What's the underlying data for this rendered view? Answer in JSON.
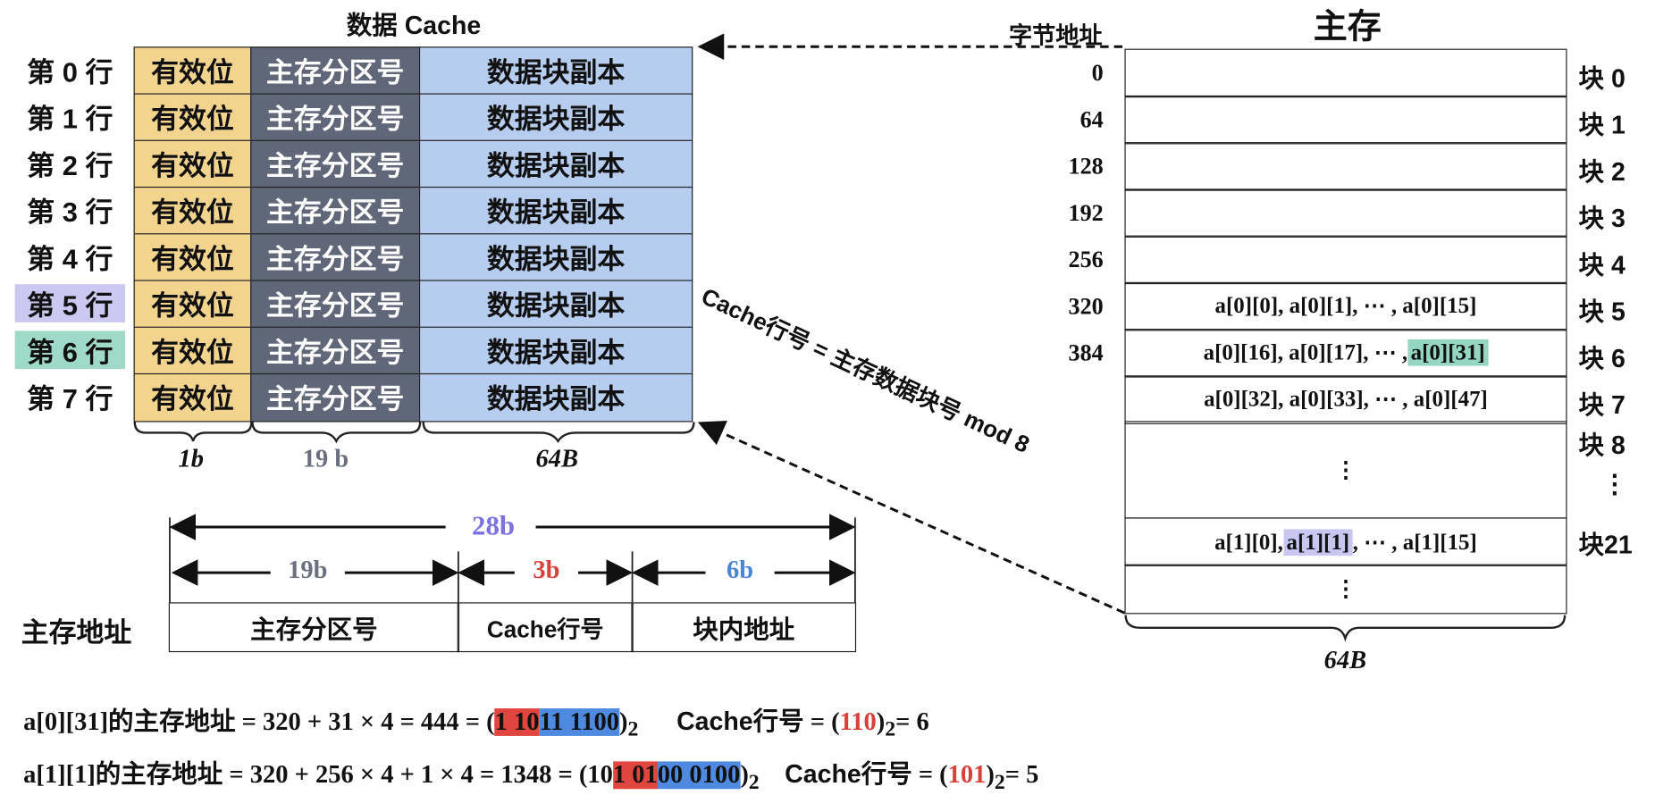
{
  "cache": {
    "title": "数据 Cache",
    "rows": [
      {
        "label": "第 0 行",
        "valid": "有效位",
        "tag": "主存分区号",
        "data": "数据块副本"
      },
      {
        "label": "第 1 行",
        "valid": "有效位",
        "tag": "主存分区号",
        "data": "数据块副本"
      },
      {
        "label": "第 2 行",
        "valid": "有效位",
        "tag": "主存分区号",
        "data": "数据块副本"
      },
      {
        "label": "第 3 行",
        "valid": "有效位",
        "tag": "主存分区号",
        "data": "数据块副本"
      },
      {
        "label": "第 4 行",
        "valid": "有效位",
        "tag": "主存分区号",
        "data": "数据块副本"
      },
      {
        "label": "第 5 行",
        "valid": "有效位",
        "tag": "主存分区号",
        "data": "数据块副本"
      },
      {
        "label": "第 6 行",
        "valid": "有效位",
        "tag": "主存分区号",
        "data": "数据块副本"
      },
      {
        "label": "第 7 行",
        "valid": "有效位",
        "tag": "主存分区号",
        "data": "数据块副本"
      }
    ],
    "widths": {
      "valid": "1b",
      "tag": "19 b",
      "data": "64B"
    }
  },
  "mapping_label": "Cache行号 = 主存数据块号 mod 8",
  "address": {
    "label": "主存地址",
    "total": "28b",
    "fields": [
      {
        "name": "主存分区号",
        "width": "19b"
      },
      {
        "name": "Cache行号",
        "width": "3b"
      },
      {
        "name": "块内地址",
        "width": "6b"
      }
    ]
  },
  "memory": {
    "title": "主存",
    "addr_header": "字节地址",
    "rows": [
      {
        "addr": "0",
        "content": "",
        "block": "块 0"
      },
      {
        "addr": "64",
        "content": "",
        "block": "块 1"
      },
      {
        "addr": "128",
        "content": "",
        "block": "块 2"
      },
      {
        "addr": "192",
        "content": "",
        "block": "块 3"
      },
      {
        "addr": "256",
        "content": "",
        "block": "块 4"
      },
      {
        "addr": "320",
        "content": "a[0][0], a[0][1], ⋯ , a[0][15]",
        "block": "块 5"
      },
      {
        "addr": "384",
        "content_pre": "a[0][16], a[0][17], ⋯ , ",
        "content_hl": "a[0][31]",
        "block": "块 6"
      },
      {
        "addr": "",
        "content": "a[0][32], a[0][33], ⋯ , a[0][47]",
        "block": "块 7"
      }
    ],
    "block8": "块 8",
    "ellipsis": "⋮",
    "row21": {
      "pre": "a[1][0], ",
      "hl": "a[1][1]",
      "post": ", ⋯ , a[1][15]",
      "block": "块21"
    },
    "width_label": "64B"
  },
  "formulas": [
    {
      "lhs": "a[0][31]",
      "cn": "的主存地址",
      "expr": " = 320 + 31 × 4 = 444 = (",
      "bits_plain": "",
      "bits_red": "1 10",
      "bits_blue": "11 1100",
      "close": ")",
      "sub": "2",
      "line_label": "Cache行号",
      "eq": " = (",
      "line_bits": "110",
      "line_close": ")",
      "line_sub": "2",
      "result": "= 6"
    },
    {
      "lhs": "a[1][1]",
      "cn": "的主存地址",
      "expr": " = 320 + 256 × 4 + 1 × 4 = 1348 = (",
      "bits_plain": "10",
      "bits_red": "1 01",
      "bits_blue": "00 0100",
      "close": ")",
      "sub": "2",
      "line_label": "Cache行号",
      "eq": " = (",
      "line_bits": "101",
      "line_close": ")",
      "line_sub": "2",
      "result": "= 5"
    }
  ]
}
